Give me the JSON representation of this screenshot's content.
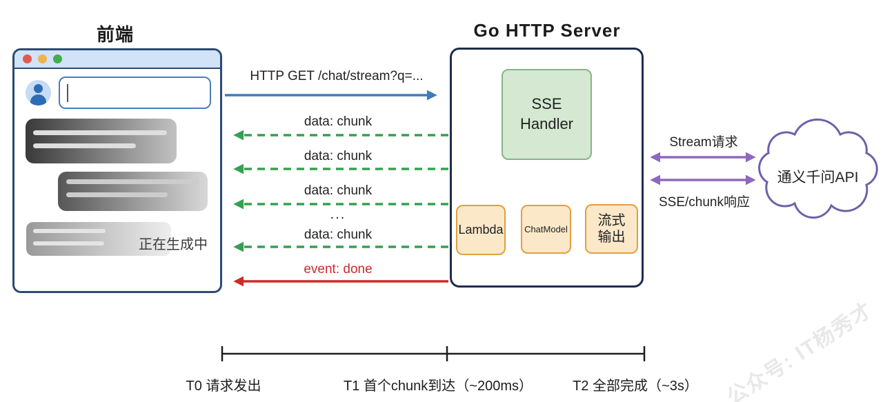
{
  "frontend": {
    "title": "前端",
    "generating_label": "正在生成中"
  },
  "server": {
    "title": "Go HTTP Server",
    "sse_line1": "SSE",
    "sse_line2": "Handler",
    "lambda": "Lambda",
    "chatmodel": "ChatModel",
    "stream_out_line1": "流式",
    "stream_out_line2": "输出"
  },
  "messages": {
    "request": "HTTP GET /chat/stream?q=...",
    "chunks": [
      "data: chunk",
      "data: chunk",
      "data: chunk",
      "data: chunk"
    ],
    "ellipsis": "...",
    "done": "event: done"
  },
  "api": {
    "label": "通义千问API",
    "request_label": "Stream请求",
    "response_label": "SSE/chunk响应"
  },
  "timeline": {
    "t0": "T0 请求发出",
    "t1": "T1 首个chunk到达（~200ms）",
    "t2": "T2 全部完成（~3s）"
  },
  "watermark": "公众号: IT杨秀才",
  "colors": {
    "request_arrow": "#3d7bbe",
    "chunk_arrow": "#35a04e",
    "done_arrow": "#cb2b2a",
    "api_arrow": "#8d68bd",
    "cloud_border": "#6c61a8",
    "server_border": "#1c2c4d",
    "window_border": "#2b4a73",
    "sse_box_fill": "#d5e8d1",
    "sse_box_border": "#86b487",
    "component_fill": "#fbe8c9",
    "component_border": "#df9f40"
  }
}
